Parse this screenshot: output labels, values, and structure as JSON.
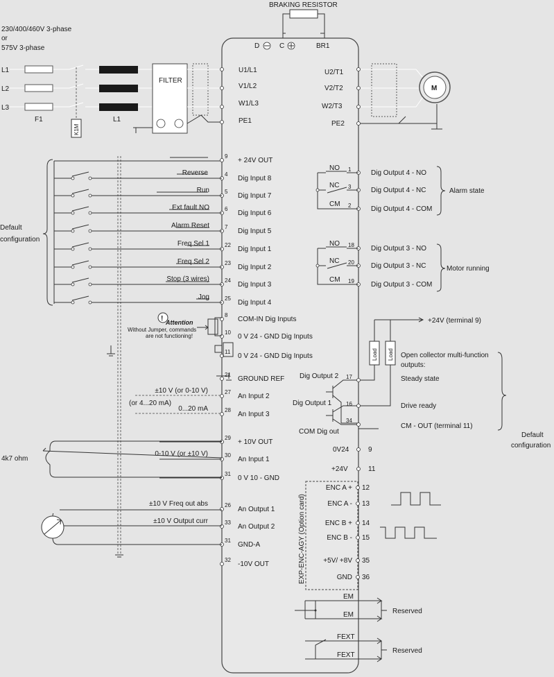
{
  "braking_resistor": "BRAKING RESISTOR",
  "supply": {
    "line1": "230/400/460V 3-phase",
    "line2": "or",
    "line3": "575V 3-phase"
  },
  "power": {
    "phases": [
      "L1",
      "L2",
      "L3"
    ],
    "fuse_label": "F1",
    "contactor_label": "K1M",
    "reactor_label": "L1",
    "filter_label": "FILTER",
    "motor_label": "M"
  },
  "drive_top": {
    "d_minus": "D",
    "c_plus": "C",
    "br1": "BR1"
  },
  "power_terminals_left": [
    "U1/L1",
    "V1/L2",
    "W1/L3",
    "PE1"
  ],
  "power_terminals_right": [
    "U2/T1",
    "V2/T2",
    "W2/T3",
    "PE2"
  ],
  "default_config_left": {
    "line1": "Default",
    "line2": "configuration"
  },
  "inputs": [
    {
      "num": "9",
      "label": "+ 24V OUT",
      "func": ""
    },
    {
      "num": "4",
      "label": "Dig Input 8",
      "func": "Reverse"
    },
    {
      "num": "5",
      "label": "Dig Input 7",
      "func": "Run"
    },
    {
      "num": "6",
      "label": "Dig Input 6",
      "func": "Ext fault NO"
    },
    {
      "num": "7",
      "label": "Dig Input 5",
      "func": "Alarm Reset"
    },
    {
      "num": "22",
      "label": "Dig Input 1",
      "func": "Freq Sel 1"
    },
    {
      "num": "23",
      "label": "Dig Input 2",
      "func": "Freq Sel 2"
    },
    {
      "num": "24",
      "label": "Dig Input 3",
      "func": "Stop (3 wires)"
    },
    {
      "num": "25",
      "label": "Dig Input 4",
      "func": "Jog"
    },
    {
      "num": "8",
      "label": "COM-IN Dig Inputs",
      "func": ""
    },
    {
      "num": "10",
      "label": "0 V 24 - GND Dig Inputs",
      "func": ""
    },
    {
      "num": "11",
      "label": "0 V 24 - GND Dig Inputs",
      "func": ""
    },
    {
      "num": "21",
      "label": "GROUND REF",
      "func": ""
    },
    {
      "num": "27",
      "label": "An Input 2",
      "func": "±10 V  (or 0-10  V)"
    },
    {
      "num": "28",
      "label": "An Input 3",
      "func": "0...20 mA"
    },
    {
      "num": "29",
      "label": "+ 10V OUT",
      "func": ""
    },
    {
      "num": "30",
      "label": "An Input 1",
      "func": "0-10 V (or ±10 V)"
    },
    {
      "num": "31",
      "label": "0 V 10 - GND",
      "func": ""
    },
    {
      "num": "26",
      "label": "An Output 1",
      "func": "±10 V   Freq out abs"
    },
    {
      "num": "33",
      "label": "An Output 2",
      "func": "±10 V    Output curr"
    },
    {
      "num": "31",
      "label": "GND-A",
      "func": ""
    },
    {
      "num": "32",
      "label": "-10V OUT",
      "func": ""
    }
  ],
  "an_input3_alt": "(or 4...20 mA)",
  "attention": {
    "title": "Attention",
    "line1": "Without Jumper, commands",
    "line2": "are not functioning!"
  },
  "pot_label": "4k7 ohm",
  "relay_outputs": {
    "no": "NO",
    "nc": "NC",
    "cm": "CM",
    "relay4": {
      "terms": [
        "1",
        "3",
        "2"
      ],
      "labels": [
        "Dig Output 4 - NO",
        "Dig Output 4 - NC",
        "Dig Output 4 - COM"
      ],
      "function": "Alarm state"
    },
    "relay3": {
      "terms": [
        "18",
        "20",
        "19"
      ],
      "labels": [
        "Dig Output 3 - NO",
        "Dig Output 3 - NC",
        "Dig Output 3 - COM"
      ],
      "function": "Motor running"
    }
  },
  "open_collector": {
    "supply_label": "+24V (terminal 9)",
    "load": "Load",
    "desc1": "Open collector multi-function",
    "desc2": "outputs:",
    "f1": "Steady state",
    "f2": "Drive ready",
    "f3": "CM - OUT (terminal 11)",
    "out2": "Dig Output 2",
    "out1": "Dig Output 1",
    "com": "COM Dig out",
    "t17": "17",
    "t16": "16",
    "t34": "34"
  },
  "default_config_right": {
    "line1": "Default",
    "line2": "configuration"
  },
  "supply_terms": [
    {
      "label": "0V24",
      "num": "9"
    },
    {
      "label": "+24V",
      "num": "11"
    }
  ],
  "encoder": {
    "card": "EXP-ENC-AGY (Option card)",
    "terms": [
      {
        "label": "ENC  A +",
        "num": "12"
      },
      {
        "label": "ENC  A -",
        "num": "13"
      },
      {
        "label": "ENC  B +",
        "num": "14"
      },
      {
        "label": "ENC  B -",
        "num": "15"
      },
      {
        "label": "+5V/ +8V",
        "num": "35"
      },
      {
        "label": "GND",
        "num": "36"
      }
    ]
  },
  "em": {
    "a": "EM",
    "b": "EM",
    "reserved": "Reserved"
  },
  "fext": {
    "a": "FEXT",
    "b": "FEXT",
    "reserved": "Reserved"
  }
}
